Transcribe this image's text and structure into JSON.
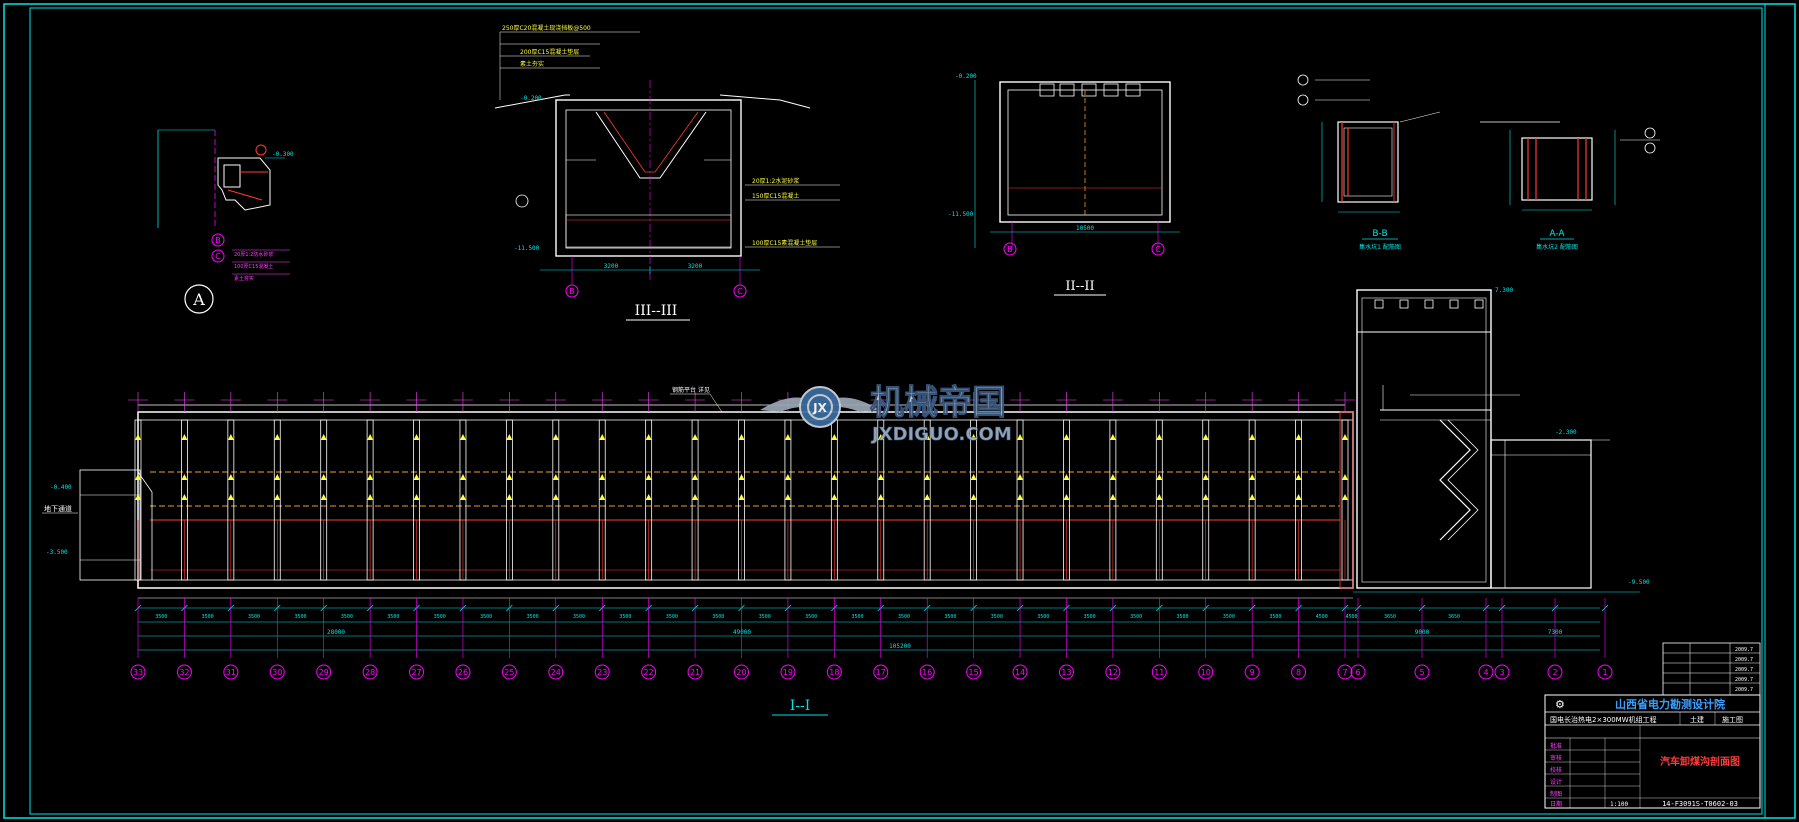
{
  "colors": {
    "background": "#000000",
    "frame": "#00e5e5",
    "outline": "#ffffff",
    "grid_axis": "#ff00ff",
    "dimension": "#00e5e5",
    "note": "#ff40ff",
    "rebar": "#ff3b2f",
    "dashed_hidden": "#e8a030",
    "label_yellow": "#ffff40",
    "green": "#33ff33",
    "title_blue": "#3aa0ff",
    "title_red": "#ff3b3b"
  },
  "views": {
    "main_section_label": "I--I",
    "section_2_label": "II--II",
    "section_3_label": "III--III",
    "detail_label": "A",
    "section_bb_label": "B-B",
    "section_aa_label": "A-A"
  },
  "axis_labels": [
    "33",
    "32",
    "31",
    "30",
    "29",
    "28",
    "27",
    "26",
    "25",
    "24",
    "23",
    "22",
    "21",
    "20",
    "19",
    "18",
    "17",
    "16",
    "15",
    "14",
    "13",
    "12",
    "11",
    "10",
    "9",
    "8",
    "7",
    "6",
    "5",
    "4",
    "3",
    "2",
    "1"
  ],
  "section3_axes": [
    "B",
    "C"
  ],
  "section2_axes": [
    "B",
    "C"
  ],
  "detail_axes": [
    "B",
    "C"
  ],
  "section3_dims": [
    "3200",
    "3200"
  ],
  "section2_dims": [
    "10500"
  ],
  "main_dims": {
    "bay_values": [
      "3500",
      "3500",
      "3500",
      "3500",
      "3500",
      "3500",
      "3500",
      "3500",
      "3500",
      "3500",
      "3500",
      "3500",
      "3500",
      "3500",
      "3500",
      "3500",
      "3500",
      "3500",
      "3500",
      "3500",
      "3500",
      "3500",
      "3500",
      "3500",
      "3500",
      "4500",
      "4500",
      "3650",
      "3650"
    ],
    "subtotal_left": "28000",
    "subtotal_mid": "49000",
    "total": "105200",
    "right_subtotal": "9000",
    "right_end": "7300"
  },
  "elevations": {
    "main_top_right": "7.300",
    "main_left_top": "-0.400",
    "main_left_mid": "-3.500",
    "main_bottom_right": "-9.500",
    "main_right_ground": "-2.300",
    "section3_top": "-0.200",
    "section3_bottom": "-11.500",
    "section2_top": "-0.200",
    "section2_bottom": "-11.500"
  },
  "watermark": {
    "cn": "机械帝国",
    "en": "JXDIGUO.COM"
  },
  "title_block": {
    "institute": "山西省电力勘测设计院",
    "project": "国电长治热电2×300MW机组工程",
    "stage": "施工图",
    "discipline": "土建",
    "drawing_title": "汽车卸煤沟剖面图",
    "scale": "1:100",
    "drawing_no": "14-F3091S-T0602-03",
    "roles": [
      "批准",
      "审核",
      "校核",
      "设计",
      "制图",
      "日期"
    ],
    "dates": [
      "2009.7",
      "2009.7",
      "2009.7",
      "2009.7",
      "2009.7"
    ]
  },
  "notes": {
    "sec3_callouts": [
      "250厚C20混凝土现浇挡板@500",
      "200厚C15混凝土垫层",
      "素土夯实"
    ],
    "sec3_right_callouts": [
      "20厚1:2水泥砂浆",
      "150厚C15混凝土",
      "100厚C15素混凝土垫层"
    ],
    "detail_a_notes": [
      "20厚1:2防水砂浆",
      "100厚C15混凝土",
      "素土夯实"
    ],
    "main_callout_top": "钢筋平台 详见",
    "main_left_label": "地下通道",
    "bb_caption": "集水坑1 配筋图",
    "aa_caption": "集水坑2 配筋图"
  }
}
